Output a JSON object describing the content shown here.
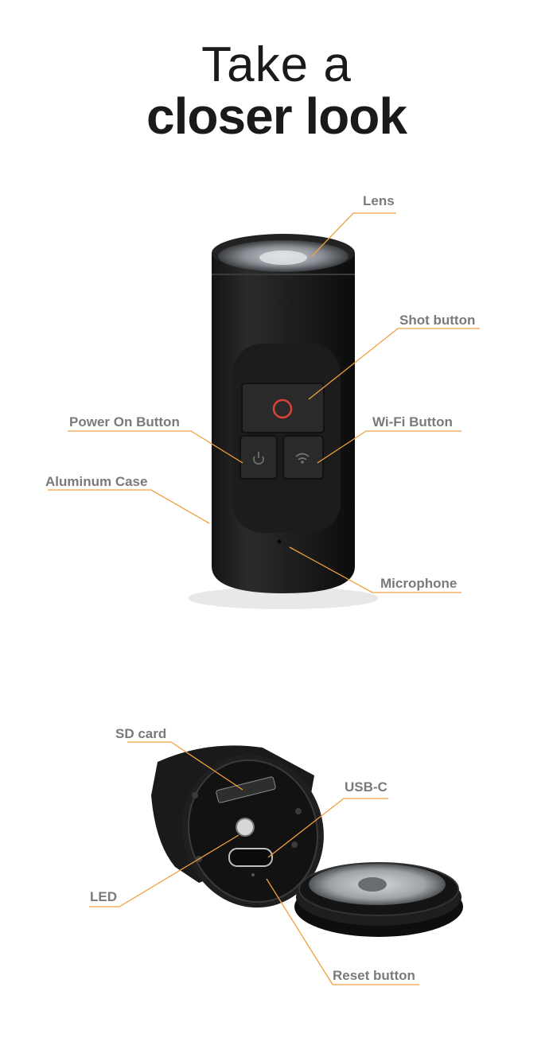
{
  "heading": {
    "line1": "Take a",
    "line2": "closer look"
  },
  "colors": {
    "callout_line": "#f0a040",
    "label_text": "#7a7a7a",
    "shot_ring": "#d9433a"
  },
  "labels": {
    "lens": "Lens",
    "shot_button": "Shot button",
    "power_on_button": "Power On Button",
    "wifi_button": "Wi-Fi Button",
    "aluminum_case": "Aluminum Case",
    "microphone": "Microphone",
    "sd_card": "SD card",
    "usb_c": "USB-C",
    "led": "LED",
    "reset_button": "Reset button"
  },
  "icons": {
    "shot": "record-ring-icon",
    "power": "power-icon",
    "wifi": "wifi-icon"
  }
}
